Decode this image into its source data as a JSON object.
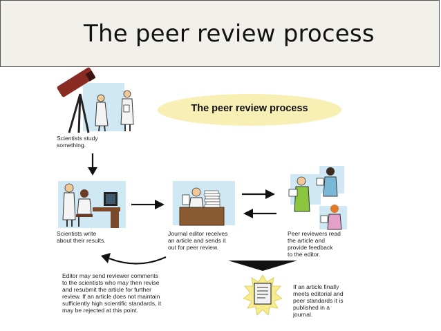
{
  "slide": {
    "title": "The peer review process"
  },
  "diagram": {
    "heading": "The peer review process",
    "steps": {
      "study": "Scientists study\nsomething.",
      "write": "Scientists write\nabout their results.",
      "editor": "Journal editor receives\nan article and sends it\nout for peer review.",
      "reviewers": "Peer reviewers read\nthe article and\nprovide feedback\nto the editor.",
      "revise": "Editor may send reviewer comments\nto the scientists who may then revise\nand resubmit the article for further\nreview.  If an article does not maintain\nsufficiently high scientific standards, it\nmay be rejected at this point.",
      "publish": "If an article finally\nmeets editorial and\npeer standards it is\npublished in a\njournal."
    }
  },
  "colors": {
    "telescope": "#8a2b24",
    "panel": "#cfe8f3",
    "oval": "#f7efb3",
    "burst": "#f6ec8e",
    "reviewer_green": "#8cc63f",
    "reviewer_blue": "#7ab8d8",
    "reviewer_pink": "#e3a0c8"
  }
}
